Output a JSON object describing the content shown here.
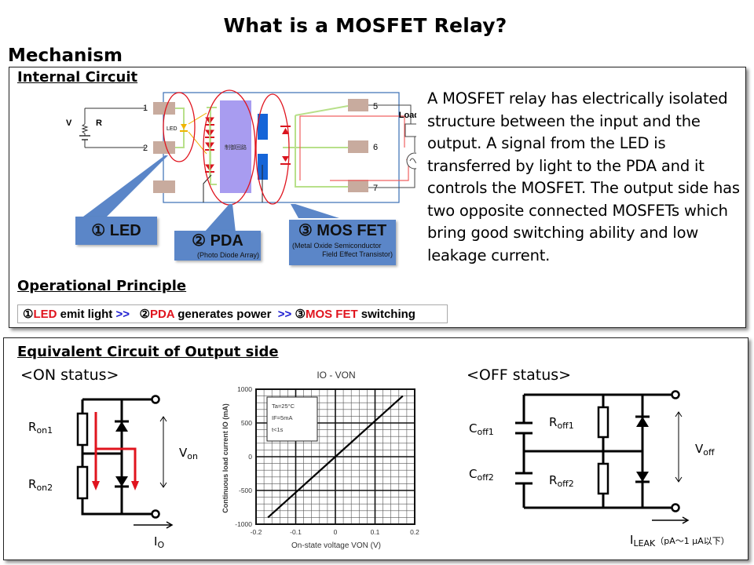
{
  "page": {
    "title": "What is a MOSFET Relay?",
    "section": "Mechanism"
  },
  "internal_circuit": {
    "heading": "Internal Circuit",
    "diagram": {
      "source_labels": {
        "voltage": "V",
        "resistor": "R"
      },
      "pins": [
        "1",
        "2",
        "5",
        "6",
        "7"
      ],
      "led_label": "LED",
      "control_block_label": "制御回路",
      "load_label": "Load"
    },
    "callouts": [
      {
        "label": "① LED",
        "sub": ""
      },
      {
        "label": "② PDA",
        "sub": "(Photo Diode Array)"
      },
      {
        "label": "③ MOS FET",
        "sub_line1": "(Metal Oxide Semiconductor",
        "sub_line2": "Field Effect Transistor)"
      }
    ],
    "description": "A MOSFET relay has electrically isolated structure between the input and the output. A signal from the LED is transferred by light to the PDA and it controls the MOSFET. The output side has two opposite connected MOSFETs which bring good switching ability and low leakage current."
  },
  "operational_principle": {
    "heading": "Operational Principle",
    "steps": [
      {
        "num": "①",
        "key": "LED",
        "text": " emit light "
      },
      {
        "sep": ">>"
      },
      {
        "num": "②",
        "key": "PDA",
        "text": " generates power "
      },
      {
        "sep": ">>"
      },
      {
        "num": "③",
        "key": "MOS FET",
        "text": " switching"
      }
    ]
  },
  "equivalent_circuit": {
    "heading": "Equivalent Circuit of Output side",
    "on": {
      "status": "<ON status>",
      "r1": "R",
      "r1_sub": "on1",
      "r2": "R",
      "r2_sub": "on2",
      "v": "V",
      "v_sub": "on",
      "i": "I",
      "i_sub": "O"
    },
    "off": {
      "status": "<OFF status>",
      "c1": "C",
      "c1_sub": "off1",
      "c2": "C",
      "c2_sub": "off2",
      "r1": "R",
      "r1_sub": "off1",
      "r2": "R",
      "r2_sub": "off2",
      "v": "V",
      "v_sub": "off",
      "i": "I",
      "i_sub": "LEAK",
      "i_note": "（pA～1 μA以下）"
    }
  },
  "chart_data": {
    "type": "line",
    "title": "IO - VON",
    "xlabel": "On-state voltage VON (V)",
    "ylabel": "Continuous load current IO (mA)",
    "xlim": [
      -0.2,
      0.2
    ],
    "ylim": [
      -1000,
      1000
    ],
    "x_ticks": [
      "-0.2",
      "-0.1",
      "0",
      "0.1",
      "0.2"
    ],
    "y_ticks": [
      "1000",
      "500",
      "0",
      "-500",
      "-1000"
    ],
    "x_tick_values": [
      -0.2,
      -0.1,
      0,
      0.1,
      0.2
    ],
    "y_tick_values": [
      1000,
      500,
      0,
      -500,
      -1000
    ],
    "grid": true,
    "legend_box": [
      "Ta=25°C",
      "IF=5mA",
      "t<1s"
    ],
    "legend_position": "top-left",
    "series": [
      {
        "name": "IO",
        "x": [
          -0.17,
          -0.1,
          0,
          0.1,
          0.17
        ],
        "y": [
          -900,
          -530,
          0,
          530,
          900
        ]
      }
    ]
  }
}
